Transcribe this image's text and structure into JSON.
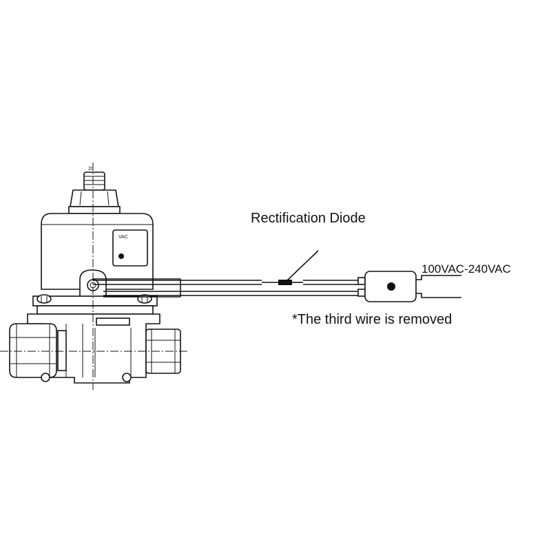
{
  "labels": {
    "diode": "Rectification Diode",
    "voltage": "100VAC-240VAC",
    "note": "*The third wire is removed",
    "nut_marking": "20",
    "coil_marking": "VAC"
  },
  "colors": {
    "line": "#111111",
    "background": "#ffffff",
    "diode_body": "#111111"
  },
  "icons": {
    "valve": "solenoid-valve-icon",
    "connector": "plug-connector-icon",
    "diode": "diode-icon"
  }
}
